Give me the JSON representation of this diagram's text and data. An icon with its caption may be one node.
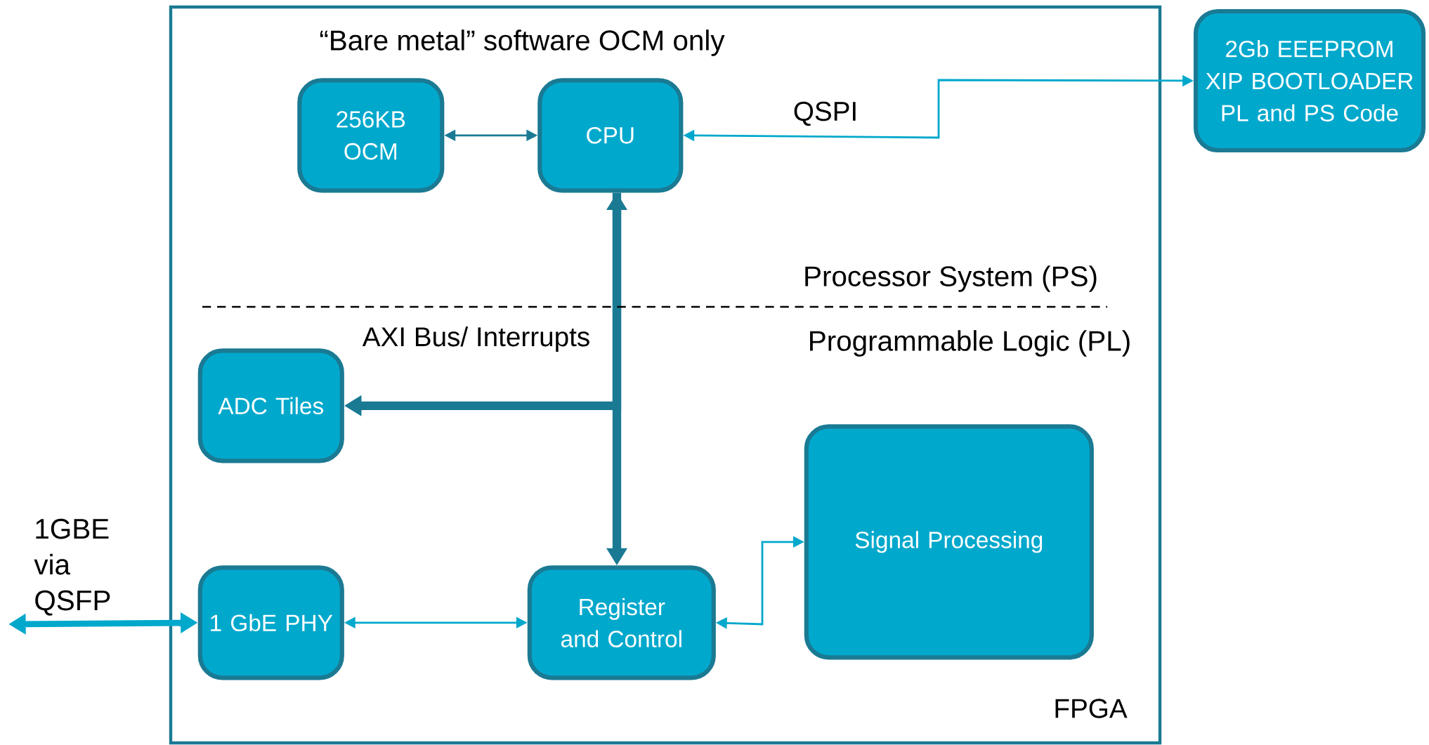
{
  "diagram": {
    "nodes": [
      {
        "text": [
          "FPGA"
        ]
      },
      {
        "text": [
          "256KB OCM"
        ],
        "in": 0
      },
      {
        "text": [
          "CPU"
        ],
        "in": 0
      },
      {
        "text": [
          "2Gb EEEPROM XIP BOOTLOADER PL and PS Code"
        ]
      },
      {
        "text": [
          "ADC Tiles"
        ],
        "in": 0
      },
      {
        "text": [
          "1 GbE PHY"
        ],
        "in": 0
      },
      {
        "text": [
          "Register and Control"
        ],
        "in": 0
      },
      {
        "text": [
          "Signal Processing"
        ],
        "in": 0
      },
      {
        "text": [
          "1GBE via QSFP"
        ]
      }
    ],
    "edges": [
      {
        "from": 1,
        "to": 2,
        "arrow": "both",
        "color": "#1a7a93"
      },
      {
        "from": 3,
        "to": 2,
        "arrow": "both",
        "label": "QSPI"
      },
      {
        "from": 2,
        "to": 6,
        "arrow": "both",
        "style": "thick",
        "color": "#1a7a93"
      },
      {
        "from": 2,
        "to": 4,
        "arrow": "to",
        "style": "thick",
        "color": "#1a7a93",
        "label": "AXI Bus/ Interrupts"
      },
      {
        "from": 5,
        "to": 6,
        "arrow": "both"
      },
      {
        "from": 6,
        "to": 7,
        "arrow": "both"
      },
      {
        "from": 8,
        "to": 5,
        "arrow": "both",
        "style": "thick"
      }
    ],
    "labels": [
      "“Bare metal” software OCM only",
      "Processor System (PS)",
      "Programmable Logic (PL)"
    ]
  }
}
